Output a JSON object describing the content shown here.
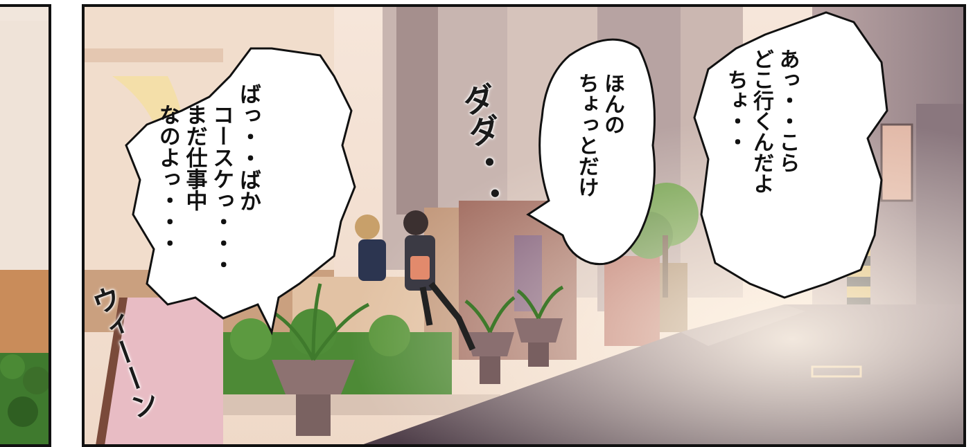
{
  "speech_bubbles": {
    "right": {
      "lines": [
        "あっ・・こら",
        "どこ行くんだよ",
        "ちょ・・"
      ]
    },
    "middle": {
      "lines": [
        "ほんの",
        "ちょっとだけ"
      ]
    },
    "left": {
      "lines": [
        "ばっ・・ばか",
        "コースケっ・・・",
        "まだ仕事中",
        "なのよっ・・・"
      ]
    }
  },
  "sound_effects": {
    "footsteps": "ダダ・・",
    "motor": "ウィーーン"
  },
  "colors": {
    "border": "#111111",
    "sky_glow": "#f8e7d9",
    "road": "#5b4a55",
    "bubble_fill": "#ffffff"
  }
}
